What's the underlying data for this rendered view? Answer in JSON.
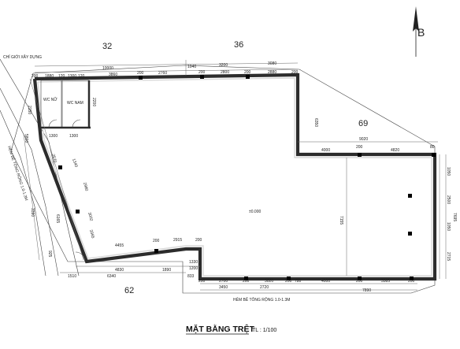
{
  "drawing": {
    "title": "MẶT BẰNG TRỆT",
    "scale": "TL : 1/100",
    "north": "B",
    "lots": [
      "32",
      "36",
      "69",
      "62"
    ],
    "rooms": {
      "wc_nu": "WC NỮ",
      "wc_nam": "WC NAM"
    },
    "level": "±0.000",
    "notes": {
      "build_limit": "CHỈ GIỚI XÂY DỰNG",
      "alley_bottom": "HẺM BÊ TÔNG RỘNG 1.0-1.3M",
      "alley_left": "HẺM BÊ TÔNG RỘNG 1.0-1.3M"
    }
  },
  "dims": {
    "top": [
      "200",
      "1880",
      "120",
      "1300",
      "120",
      "3860",
      "200",
      "2760",
      "1040",
      "200",
      "2800",
      "200",
      "2880",
      "200"
    ],
    "top_total": [
      "10000",
      "3200",
      "3080"
    ],
    "right_top": [
      "6350",
      "9020"
    ],
    "mid": [
      "4000",
      "200",
      "4820",
      "80"
    ],
    "right_side": [
      "1050",
      "2500",
      "1050",
      "2715",
      "7695"
    ],
    "center": "7155",
    "bottom": [
      "200",
      "2700",
      "200",
      "3020",
      "200",
      "780",
      "4000",
      "200",
      "3385",
      "200"
    ],
    "bottom_total": [
      "3450",
      "2720",
      "7890"
    ],
    "lower_left": [
      "4455",
      "200",
      "2915",
      "200"
    ],
    "lower_left2": [
      "4830",
      "1890"
    ],
    "lower_left3": [
      "1510",
      "6340"
    ],
    "small": [
      "1300",
      "1300",
      "1200",
      "833",
      "1330"
    ],
    "left_side": [
      "2150",
      "5800",
      "3390",
      "6165",
      "2570",
      "2980",
      "3365",
      "925",
      "3002",
      "1340"
    ],
    "wc": [
      "2200",
      "1300",
      "1300"
    ]
  }
}
